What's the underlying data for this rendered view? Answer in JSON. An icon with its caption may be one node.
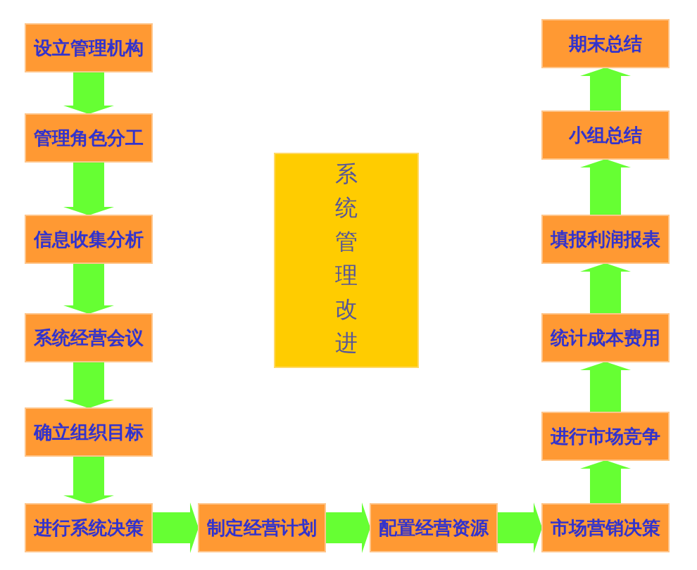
{
  "diagram": {
    "nodes": [
      {
        "text": [
          "设立管理机构"
        ]
      },
      {
        "text": [
          "管理角色分工"
        ]
      },
      {
        "text": [
          "信息收集分析"
        ]
      },
      {
        "text": [
          "系统经营会议"
        ]
      },
      {
        "text": [
          "确立组织目标"
        ]
      },
      {
        "text": [
          "进行系统决策"
        ]
      },
      {
        "text": [
          "制定经营计划"
        ]
      },
      {
        "text": [
          "配置经营资源"
        ]
      },
      {
        "text": [
          "市场营销决策"
        ]
      },
      {
        "text": [
          "进行市场竞争"
        ]
      },
      {
        "text": [
          "统计成本费用"
        ]
      },
      {
        "text": [
          "填报利润报表"
        ]
      },
      {
        "text": [
          "小组总结"
        ]
      },
      {
        "text": [
          "期末总结"
        ]
      },
      {
        "text": [
          "系统管理改进"
        ]
      }
    ],
    "edges": [
      {
        "from": 0,
        "to": 1,
        "arrow": "to"
      },
      {
        "from": 1,
        "to": 2,
        "arrow": "to"
      },
      {
        "from": 2,
        "to": 3,
        "arrow": "to"
      },
      {
        "from": 3,
        "to": 4,
        "arrow": "to"
      },
      {
        "from": 4,
        "to": 5,
        "arrow": "to"
      },
      {
        "from": 5,
        "to": 6,
        "arrow": "to"
      },
      {
        "from": 6,
        "to": 7,
        "arrow": "to"
      },
      {
        "from": 7,
        "to": 8,
        "arrow": "to"
      },
      {
        "from": 8,
        "to": 9,
        "arrow": "to"
      },
      {
        "from": 9,
        "to": 10,
        "arrow": "to"
      },
      {
        "from": 10,
        "to": 11,
        "arrow": "to"
      },
      {
        "from": 11,
        "to": 12,
        "arrow": "to"
      },
      {
        "from": 12,
        "to": 13,
        "arrow": "to"
      }
    ]
  }
}
